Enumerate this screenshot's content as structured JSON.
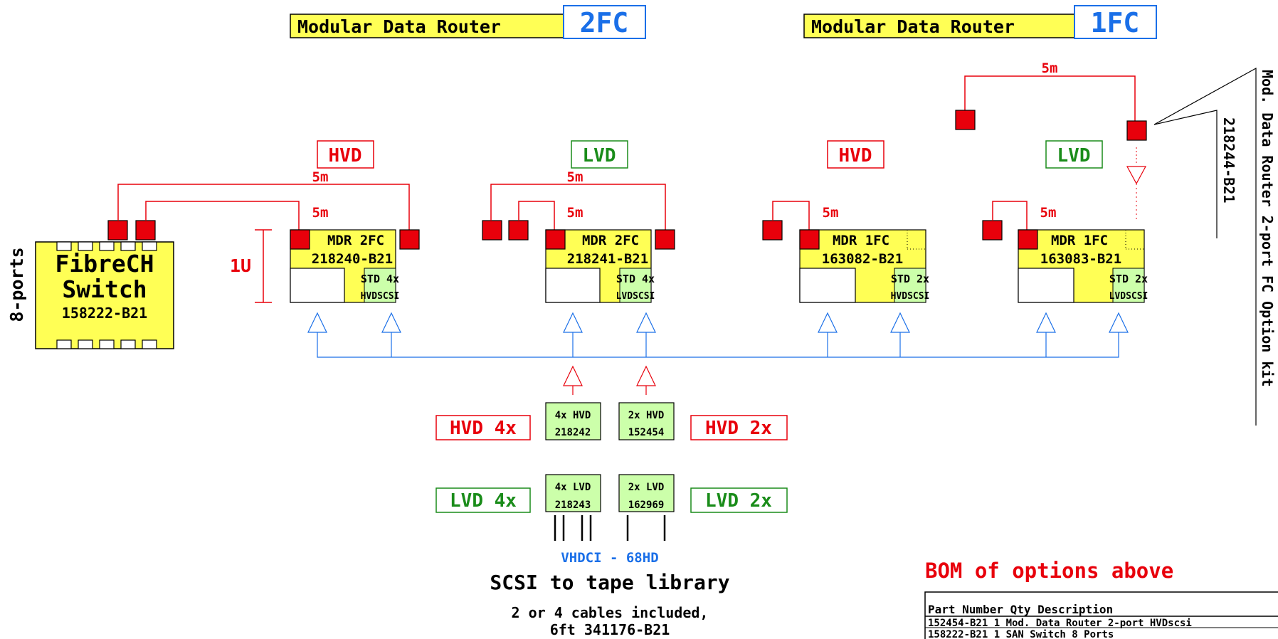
{
  "titles": {
    "left_name": "Modular Data Router",
    "left_badge": "2FC",
    "right_name": "Modular Data Router",
    "right_badge": "1FC"
  },
  "switch": {
    "side_label": "8-ports",
    "line1": "FibreCH",
    "line2": "Switch",
    "part": "158222-B21"
  },
  "height_label": "1U",
  "kit": {
    "line1": "Mod. Data Router 2-port FC Option kit",
    "line2": "218244-B21",
    "cable_label": "5m"
  },
  "routers": [
    {
      "type_label": "HVD",
      "cable_outer": "5m",
      "cable_inner": "5m",
      "name": "MDR 2FC",
      "part": "218240-B21",
      "card_line1": "STD 4x",
      "card_line2": "HVDSCSI"
    },
    {
      "type_label": "LVD",
      "cable_outer": "5m",
      "cable_inner": "5m",
      "name": "MDR 2FC",
      "part": "218241-B21",
      "card_line1": "STD 4x",
      "card_line2": "LVDSCSI"
    },
    {
      "type_label": "HVD",
      "cable_outer": "",
      "cable_inner": "5m",
      "name": "MDR 1FC",
      "part": "163082-B21",
      "card_line1": "STD 2x",
      "card_line2": "HVDSCSI"
    },
    {
      "type_label": "LVD",
      "cable_outer": "",
      "cable_inner": "5m",
      "name": "MDR 1FC",
      "part": "163083-B21",
      "card_line1": "STD 2x",
      "card_line2": "LVDSCSI"
    }
  ],
  "cards": [
    {
      "line1": "4x HVD",
      "line2": "218242"
    },
    {
      "line1": "2x HVD",
      "line2": "152454"
    },
    {
      "line1": "4x LVD",
      "line2": "218243"
    },
    {
      "line1": "2x LVD",
      "line2": "162969"
    }
  ],
  "option_labels": {
    "hvd4": "HVD 4x",
    "hvd2": "HVD 2x",
    "lvd4": "LVD 4x",
    "lvd2": "LVD 2x"
  },
  "connector_label": "VHDCI - 68HD",
  "scsi_title": "SCSI to tape library",
  "cables_line1": "2 or 4 cables included,",
  "cables_line2": "6ft  341176-B21",
  "bom": {
    "title": "BOM of options above",
    "header": "Part Number  Qty Description",
    "rows": [
      "152454-B21      1 Mod. Data Router 2-port HVDscsi",
      "158222-B21      1 SAN Switch 8 Ports"
    ]
  },
  "colors": {
    "red": "#e8000b",
    "green": "#1a8c1a",
    "blue": "#1a6fe8",
    "yellow": "#ffff55",
    "light_green": "#ccffaa"
  }
}
